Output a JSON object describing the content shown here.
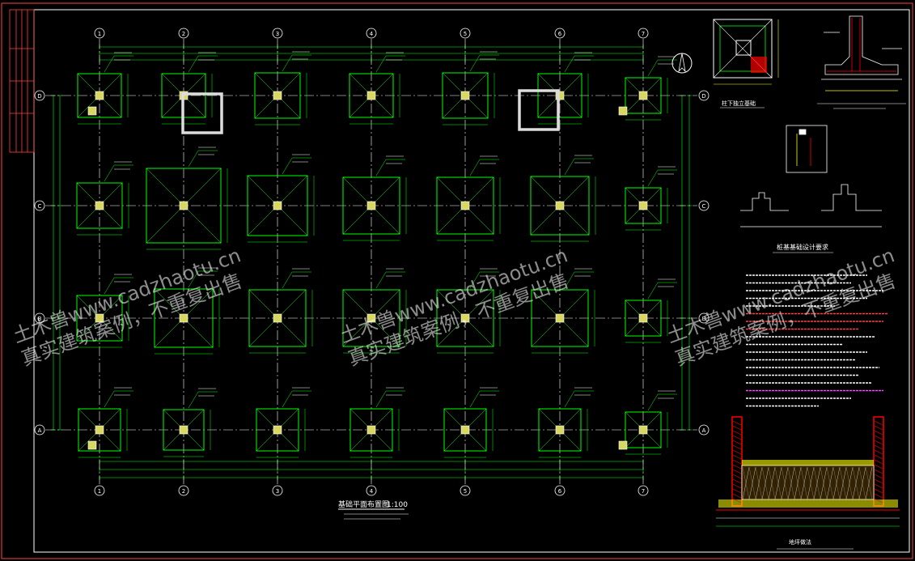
{
  "grid": {
    "columns": [
      "1",
      "2",
      "3",
      "4",
      "5",
      "6",
      "7"
    ],
    "rows": [
      "D",
      "C",
      "B",
      "A"
    ]
  },
  "plan": {
    "title": "基础平面布置图",
    "scale": "1:100"
  },
  "detail_1": {
    "title": "柱下独立基础"
  },
  "notes": {
    "title": "桩基基础设计要求"
  },
  "section": {
    "title": "地坪做法"
  },
  "watermark": {
    "line1": "土木兽www.cadzhaotu.cn",
    "line2": "真实建筑案例，不重复出售"
  },
  "colors": {
    "background": "#000000",
    "line": "#00ff00",
    "axis": "#ffffff",
    "dim": "#ffff00",
    "text": "#ffffff",
    "hatch": "#ff0000",
    "border": "#ff4040"
  }
}
